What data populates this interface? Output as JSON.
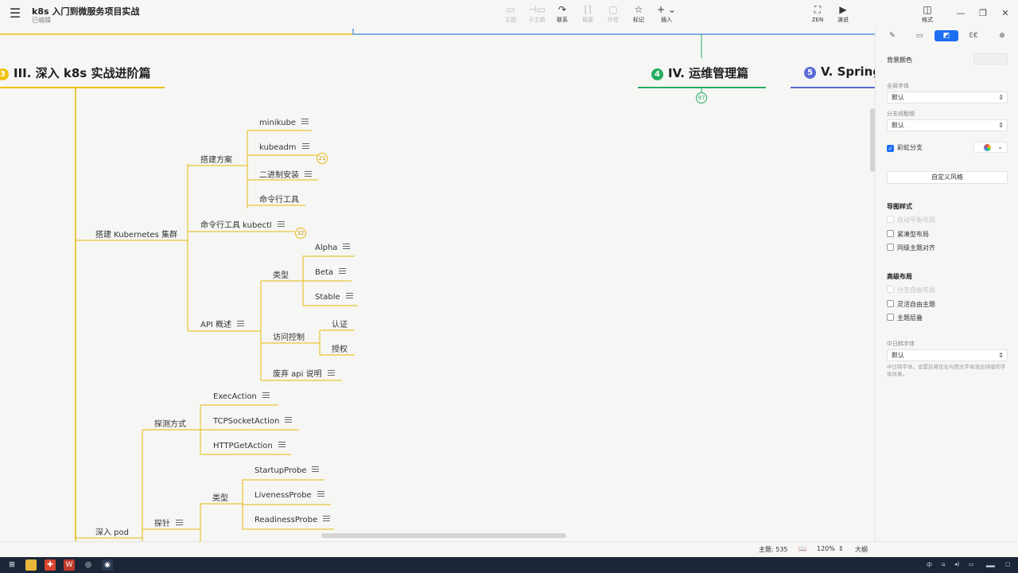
{
  "app": {
    "title": "k8s 入门到微服务项目实战",
    "subtitle": "已编辑"
  },
  "toolbar": {
    "items": [
      {
        "label": "主题",
        "icon": "topic-icon",
        "enabled": false
      },
      {
        "label": "子主题",
        "icon": "subtopic-icon",
        "enabled": false
      },
      {
        "label": "联系",
        "icon": "relationship-icon",
        "enabled": true
      },
      {
        "label": "概要",
        "icon": "summary-icon",
        "enabled": false
      },
      {
        "label": "外框",
        "icon": "boundary-icon",
        "enabled": false
      },
      {
        "label": "标记",
        "icon": "marker-icon",
        "enabled": true
      },
      {
        "label": "插入",
        "icon": "insert-icon",
        "enabled": true
      }
    ],
    "zen_label": "ZEN",
    "present_label": "演说",
    "format_label": "格式"
  },
  "mindmap": {
    "branches": [
      {
        "number": "3",
        "title": "III. 深入 k8s 实战进阶篇",
        "color": "#f0c20f"
      },
      {
        "number": "4",
        "title": "IV. 运维管理篇",
        "color": "#27ae60"
      },
      {
        "number": "5",
        "title": "V. Spring",
        "color": "#5b6bd8"
      }
    ],
    "collapsed_count_ops": "97",
    "nodes": {
      "build_cluster": "搭建 Kubernetes 集群",
      "build_plan": "搭建方案",
      "minikube": "minikube",
      "kubeadm": "kubeadm",
      "binary_install": "二进制安装",
      "cli_tool": "命令行工具",
      "kubectl": "命令行工具 kubectl",
      "api_overview": "API 概述",
      "types": "类型",
      "alpha": "Alpha",
      "beta": "Beta",
      "stable": "Stable",
      "access_control": "访问控制",
      "authn": "认证",
      "authz": "授权",
      "deprecated_api": "废弃 api 说明",
      "deep_pod": "深入 pod",
      "probe_methods": "探测方式",
      "exec_action": "ExecAction",
      "tcp_action": "TCPSocketAction",
      "http_action": "HTTPGetAction",
      "probe": "探针",
      "probe_types": "类型",
      "startup_probe": "StartupProbe",
      "liveness_probe": "LivenessProbe",
      "readiness_probe": "ReadinessProbe"
    },
    "badges": {
      "kubeadm": "21",
      "kubectl": "32"
    }
  },
  "panel": {
    "bg_color_label": "背景颜色",
    "global_font_label": "全局字体",
    "global_font_value": "默认",
    "branch_width_label": "分支线粗细",
    "branch_width_value": "默认",
    "rainbow_label": "彩虹分支",
    "rainbow_checked": true,
    "custom_style_button": "自定义风格",
    "map_style_head": "导图样式",
    "auto_balance": "自动平衡布局",
    "compact_layout": "紧凑型布局",
    "align_siblings": "同级主题对齐",
    "advanced_head": "高级布局",
    "allow_free": "分支自由布局",
    "flexible_free": "灵活自由主题",
    "topic_overlap": "主题层叠",
    "cjk_font_label": "中日韩字体",
    "cjk_font_value": "默认",
    "cjk_help": "中日韩字体。设置后将优化与西文字体混合排版的字体效果。"
  },
  "status": {
    "topics": "主题: 535",
    "zoom": "120%",
    "outline": "大纲"
  }
}
